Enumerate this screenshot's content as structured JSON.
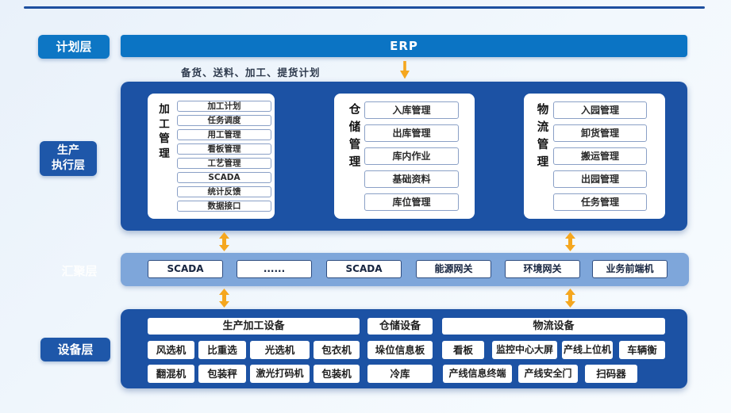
{
  "colors": {
    "accent_orange": "#F5A71F",
    "bright_blue": "#0B74C4",
    "container_blue": "#1C52A4",
    "band_blue": "#7EA6DA",
    "rule_blue": "#1D4F9F"
  },
  "layers": {
    "plan": {
      "label": "计划层",
      "erp": "ERP",
      "flow_note": "备货、送料、加工、提货计划"
    },
    "execution": {
      "label_line1": "生产",
      "label_line2": "执行层",
      "cards": [
        {
          "title": "加工管理",
          "items": [
            "加工计划",
            "任务调度",
            "用工管理",
            "看板管理",
            "工艺管理",
            "SCADA",
            "统计反馈",
            "数据接口"
          ]
        },
        {
          "title": "仓储管理",
          "items": [
            "入库管理",
            "出库管理",
            "库内作业",
            "基础资料",
            "库位管理"
          ]
        },
        {
          "title": "物流管理",
          "items": [
            "入园管理",
            "卸货管理",
            "搬运管理",
            "出园管理",
            "任务管理"
          ]
        }
      ]
    },
    "aggregation": {
      "label": "汇聚层",
      "items": [
        "SCADA",
        "......",
        "SCADA",
        "能源网关",
        "环境网关",
        "业务前端机"
      ]
    },
    "device": {
      "label": "设备层",
      "groups": [
        "生产加工设备",
        "仓储设备",
        "物流设备"
      ],
      "row1": [
        "风选机",
        "比重选",
        "光选机",
        "包衣机",
        "垛位信息板",
        "看板",
        "监控中心大屏",
        "产线上位机",
        "车辆衡"
      ],
      "row2": [
        "翻混机",
        "包装秤",
        "激光打码机",
        "包装机",
        "冷库",
        "产线信息终端",
        "产线安全门",
        "扫码器"
      ]
    }
  }
}
